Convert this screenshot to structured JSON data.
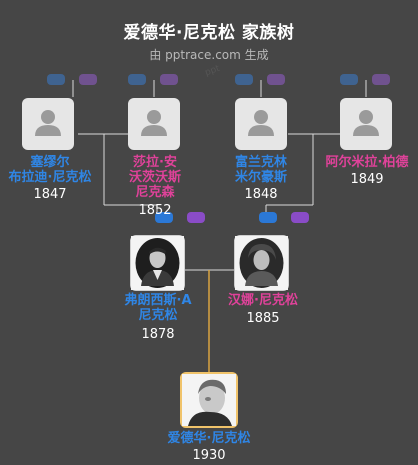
{
  "header": {
    "title": "爱德华·尼克松 家族树",
    "subtitle": "由 pptrace.com 生成",
    "watermark": "ppt"
  },
  "people": {
    "gf1": {
      "name_line1": "塞缪尔",
      "name_line2": "布拉迪·尼克松",
      "year": "1847",
      "gender": "male"
    },
    "gm1": {
      "name_line1": "莎拉·安",
      "name_line2": "沃茨沃斯",
      "name_line3": "尼克森",
      "year": "1852",
      "gender": "female"
    },
    "gf2": {
      "name_line1": "富兰克林",
      "name_line2": "米尔豪斯",
      "year": "1848",
      "gender": "male"
    },
    "gm2": {
      "name_line1": "阿尔米拉·柏德",
      "year": "1849",
      "gender": "female"
    },
    "father": {
      "name_line1": "弗朗西斯·A",
      "name_line2": "尼克松",
      "year": "1878",
      "gender": "male"
    },
    "mother": {
      "name_line1": "汉娜·尼克松",
      "year": "1885",
      "gender": "female"
    },
    "self": {
      "name_line1": "爱德华·尼克松",
      "year": "1930",
      "gender": "male"
    }
  },
  "colors": {
    "background": "#464646",
    "male": "#2f86e6",
    "female": "#e0429a",
    "self_border": "#f0c36a",
    "line": "#d9d9d9",
    "descent_line": "#d9a441"
  },
  "icons": {
    "placeholder": "person-silhouette-icon",
    "father_photo": "portrait-man-icon",
    "mother_photo": "portrait-woman-icon",
    "self_photo": "portrait-self-icon"
  }
}
